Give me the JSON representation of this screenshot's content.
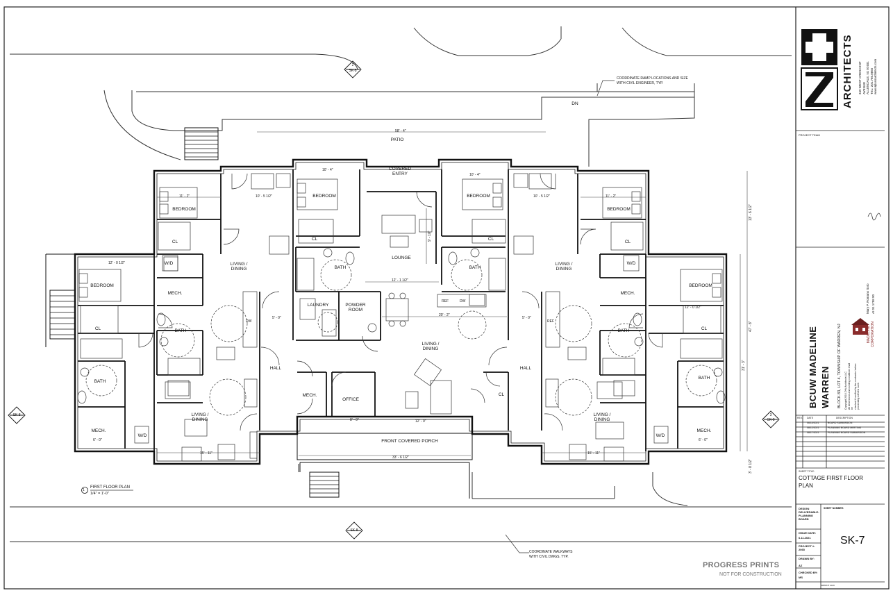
{
  "firm": {
    "name": "ARCHITECTS",
    "address": "349 WEST CRESCENT AVENUE\nALLENDALE, NJ 07401\nTEL: 201.785.8855\nwww.njlussarchitects.com"
  },
  "project": {
    "label": "PROJECT TEAM",
    "name": "BCUW MADELINE\nWARREN",
    "location": "BLOCK 83, LOT 4, TOWNSHIP OF WARREN, NJ",
    "developer": "MADELINE\nCORPORATION",
    "signature": "Mary P. Romano Soto",
    "license": "AI 01 1758 90",
    "copyright": "Copyright 2016 Z+N Architects LLC\nAll dimensions and existing conditions shall be\nchecked & verified by the contractor before\nproceeding with the work"
  },
  "revisions": {
    "header": [
      "REV.",
      "DATE",
      "DESCRIPTION"
    ],
    "rows": [
      [
        "",
        "06/14/2021",
        "BOARD SUBMISSION"
      ],
      [
        "",
        "08/12/2021",
        "PLANNING BOARD MEETING"
      ],
      [
        "",
        "08/17/2021",
        "PLANNING BOARD SUBMISSION"
      ]
    ]
  },
  "sheet": {
    "title_label": "SHEET TITLE:",
    "title": "COTTAGE FIRST FLOOR\nPLAN",
    "deliverable_label": "DESIGN\nDELIVERABLE:",
    "deliverable": "PLANNING\nBOARD",
    "number_label": "SHEET NUMBER:",
    "number": "SK-7",
    "issue_date_label": "ISSUE DATE:",
    "issue_date": "6.11.2021",
    "project_no_label": "PROJECT #:",
    "project_no": "2065",
    "drawn_by_label": "DRAWN BY:",
    "drawn_by": "AZ",
    "checked_by_label": "CHECKED BY:",
    "checked_by": "MS",
    "footer_code": "IMPRINT 2019"
  },
  "stamp": {
    "main": "PROGRESS PRINTS",
    "sub": "NOT FOR CONSTRUCTION"
  },
  "drawing": {
    "title_no": "1",
    "title": "FIRST FLOOR PLAN",
    "scale": "1/4\" = 1'-0\"",
    "notes": [
      "COORDINATE RAMP LOCATIONS AND SIZE\nWITH CIVIL ENGINEER, TYP.",
      "COORDINATE WALKWAYS\nWITH CIVIL DWGS. TYP."
    ],
    "section_markers": [
      {
        "num": "2",
        "sheet": "SK-8"
      },
      {
        "num": "1",
        "sheet": "SK-8"
      },
      {
        "num": "3",
        "sheet": "SK-8"
      }
    ],
    "spaces": [
      "PATIO",
      "COVERED\nENTRY",
      "BEDROOM",
      "BEDROOM",
      "BEDROOM",
      "BEDROOM",
      "BEDROOM",
      "BEDROOM",
      "CL",
      "CL",
      "CL",
      "CL",
      "CL",
      "CL",
      "CL",
      "LOUNGE",
      "BATH",
      "BATH",
      "BATH",
      "BATH",
      "BATH",
      "BATH",
      "LIVING /\nDINING",
      "LIVING /\nDINING",
      "LIVING /\nDINING",
      "LIVING /\nDINING",
      "LIVING /\nDINING",
      "MECH.",
      "MECH.",
      "MECH.",
      "MECH.",
      "MECH.",
      "LAUNDRY",
      "POWDER\nROOM",
      "HALL",
      "HALL",
      "OFFICE",
      "FRONT COVERED PORCH",
      "W/D",
      "W/D",
      "W/D",
      "W/D",
      "DN"
    ],
    "dimensions": [
      "58' - 4\"",
      "33' - 6 1/2\"",
      "47' - 8\"",
      "12' - 1 1/2\"",
      "20' - 2\"",
      "10' - 4\"",
      "10' - 4\"",
      "11' - 2\"",
      "11' - 2\"",
      "12' - 0 1/2\"",
      "12' - 0 1/2\"",
      "15' - 11\"",
      "15' - 11\"",
      "10' - 5 1/2\"",
      "10' - 5 1/2\"",
      "5' - 0\"",
      "5' - 0\"",
      "6' - 0\"",
      "6' - 0\"",
      "8' - 0\"",
      "12' - 0\"",
      "9' - 10\"",
      "13' - 6 1/2\"",
      "31' - 3\"",
      "3' - 8 1/2\""
    ],
    "appliances": [
      "REF",
      "DW",
      "DW",
      "REF"
    ]
  }
}
